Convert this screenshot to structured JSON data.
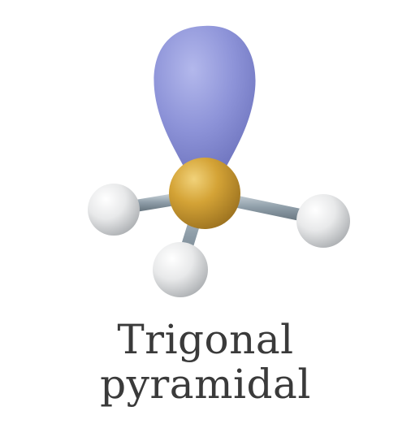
{
  "caption": {
    "line1": "Trigonal",
    "line2": "pyramidal"
  },
  "molecule": {
    "central_atom_color": "#d4a336",
    "substituent_atom_color": "#e8e9ea",
    "lone_pair_color": "#8d93d8",
    "bond_color": "#9aa8b2",
    "substituent_count": 3,
    "lone_pair_count": 1
  }
}
